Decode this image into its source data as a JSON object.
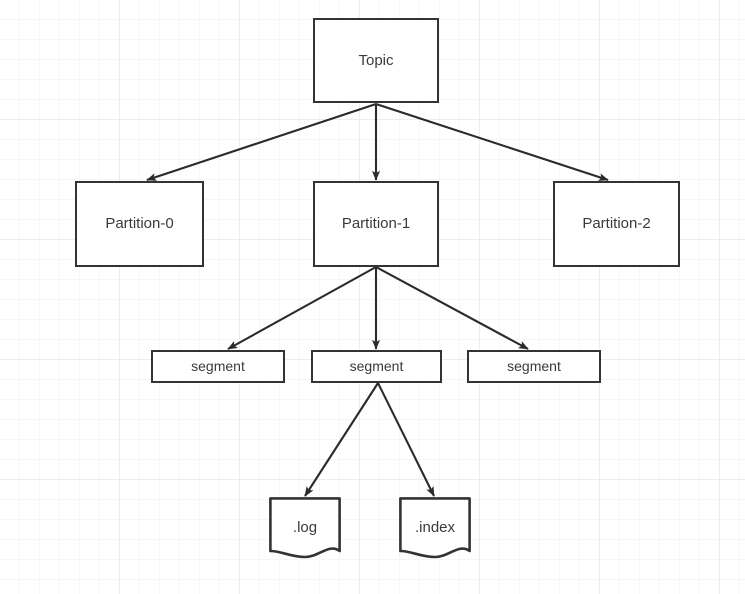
{
  "diagram": {
    "title": "Kafka topic, partition, segment and file hierarchy",
    "background_color": "#ffffff",
    "grid_minor_color": "#f6f6f6",
    "grid_major_color": "#ededed",
    "node_stroke_color": "#333333",
    "node_fill_color": "#ffffff",
    "edge_color": "#2b2b2b",
    "text_color": "#3a3a3a",
    "nodes": {
      "topic": {
        "label": "Topic",
        "shape": "rectangle"
      },
      "partition_0": {
        "label": "Partition-0",
        "shape": "rectangle"
      },
      "partition_1": {
        "label": "Partition-1",
        "shape": "rectangle"
      },
      "partition_2": {
        "label": "Partition-2",
        "shape": "rectangle"
      },
      "segment_left": {
        "label": "segment",
        "shape": "rectangle"
      },
      "segment_center": {
        "label": "segment",
        "shape": "rectangle"
      },
      "segment_right": {
        "label": "segment",
        "shape": "rectangle"
      },
      "log_file": {
        "label": ".log",
        "shape": "document"
      },
      "index_file": {
        "label": ".index",
        "shape": "document"
      }
    },
    "edges": [
      {
        "from": "topic",
        "to": "partition_0",
        "arrow": "end"
      },
      {
        "from": "topic",
        "to": "partition_1",
        "arrow": "end"
      },
      {
        "from": "topic",
        "to": "partition_2",
        "arrow": "end"
      },
      {
        "from": "partition_1",
        "to": "segment_left",
        "arrow": "end"
      },
      {
        "from": "partition_1",
        "to": "segment_center",
        "arrow": "end"
      },
      {
        "from": "partition_1",
        "to": "segment_right",
        "arrow": "end"
      },
      {
        "from": "segment_center",
        "to": "log_file",
        "arrow": "end"
      },
      {
        "from": "segment_center",
        "to": "index_file",
        "arrow": "end"
      }
    ]
  }
}
